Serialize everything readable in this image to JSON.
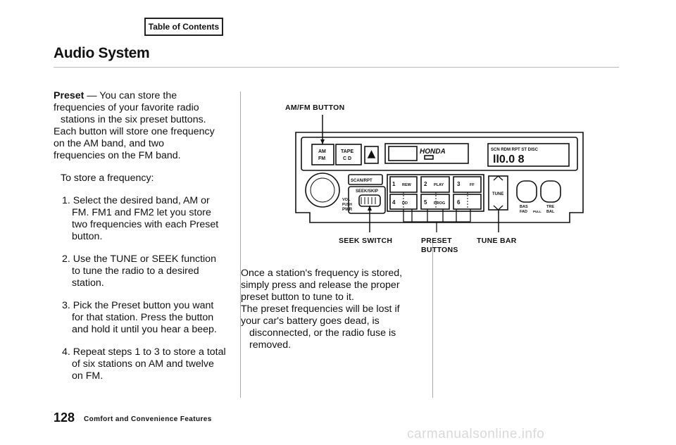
{
  "header": {
    "toc_label": "Table of Contents",
    "title": "Audio System"
  },
  "left_column": {
    "preset_heading": "Preset",
    "preset_text_1": " — You can store the",
    "preset_text_2": "frequencies of your favorite radio",
    "preset_text_3": "stations in the six preset buttons.",
    "preset_text_4": "Each button will store one frequency",
    "preset_text_5": "on the AM band, and two",
    "preset_text_6": "frequencies on the FM band.",
    "intro": "To store a frequency:",
    "step1_a": "1. Select the desired band, AM or",
    "step1_b": "FM. FM1 and FM2 let you store",
    "step1_c": "two frequencies with each Preset",
    "step1_d": "button.",
    "step2_a": "2. Use the TUNE or SEEK function",
    "step2_b": "to tune the radio to a desired",
    "step2_c": "station.",
    "step3_a": "3. Pick the Preset button you want",
    "step3_b": "for that station. Press the button",
    "step3_c": "and hold it until you hear a beep.",
    "step4_a": "4. Repeat steps 1 to 3 to store a total",
    "step4_b": "of six stations on AM and twelve",
    "step4_c": "on FM."
  },
  "figure": {
    "amfm_label": "AM/FM BUTTON",
    "seek_label": "SEEK SWITCH",
    "preset_label_1": "PRESET",
    "preset_label_2": "BUTTONS",
    "tune_label": "TUNE BAR",
    "radio": {
      "am": "AM",
      "fm": "FM",
      "tape": "TAPE",
      "cd": "C D",
      "brand": "HONDA",
      "display_top": "SCN RDM RPT ST DISC",
      "scan": "SCAN/RPT",
      "seek": "SEEK/SKIP",
      "vol": "VOL",
      "push": "PUSH",
      "pwr": "PWR",
      "tune": "TUNE",
      "bas": "BAS",
      "tre": "TRE",
      "fad": "FAD",
      "pull": "PULL",
      "bal": "BAL",
      "b1": "1",
      "b1s": "REW",
      "b2": "2",
      "b2s": "PLAY",
      "b3": "3",
      "b3s": "FF",
      "b4": "4",
      "b4s": "DD",
      "b5": "5",
      "b5s": "PROG",
      "b6": "6"
    }
  },
  "right_column": {
    "line1": "Once a station's frequency is stored,",
    "line2": "simply press and release the proper",
    "line3": "preset button to tune to it.",
    "line4": "The preset frequencies will be lost if",
    "line5": "your car's battery goes dead, is",
    "line6": "disconnected, or the radio fuse is",
    "line7": "removed."
  },
  "footer": {
    "page_number": "128",
    "section": "Comfort and Convenience Features"
  },
  "watermark": "carmanualsonline.info"
}
